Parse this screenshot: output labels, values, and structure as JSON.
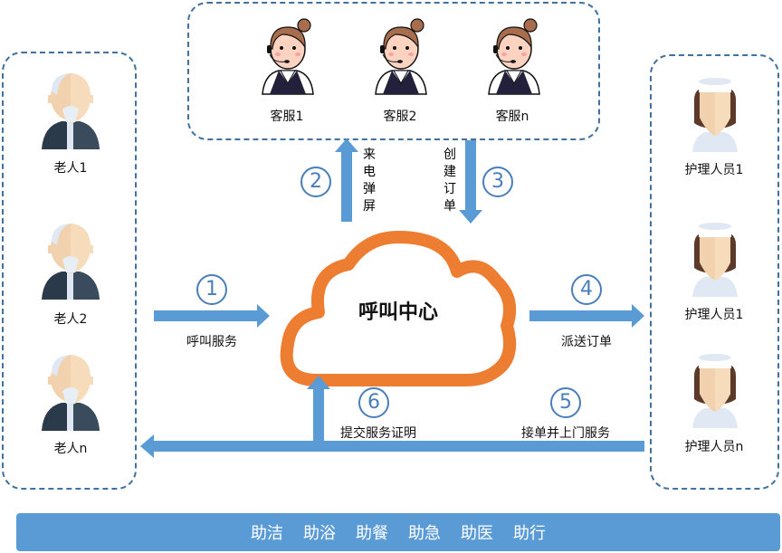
{
  "elders": [
    {
      "label": "老人1"
    },
    {
      "label": "老人2"
    },
    {
      "label": "老人n"
    }
  ],
  "agents": [
    {
      "label": "客服1"
    },
    {
      "label": "客服2"
    },
    {
      "label": "客服n"
    }
  ],
  "nurses": [
    {
      "label": "护理人员1"
    },
    {
      "label": "护理人员1"
    },
    {
      "label": "护理人员n"
    }
  ],
  "center": {
    "title": "呼叫中心"
  },
  "steps": [
    {
      "num": "1",
      "label": "呼叫服务"
    },
    {
      "num": "2",
      "label": "来电弹屏"
    },
    {
      "num": "3",
      "label": "创建订单"
    },
    {
      "num": "4",
      "label": "派送订单"
    },
    {
      "num": "5",
      "label": "接单并上门服务"
    },
    {
      "num": "6",
      "label": "提交服务证明"
    }
  ],
  "services": [
    "助洁",
    "助浴",
    "助餐",
    "助急",
    "助医",
    "助行"
  ],
  "colors": {
    "arrow": "#5b9bd5",
    "cloud": "#ed7d31",
    "border": "#41719c"
  }
}
